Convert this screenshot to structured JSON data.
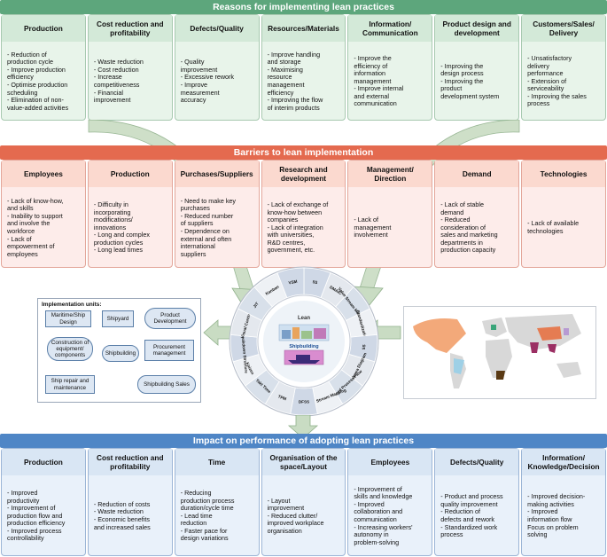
{
  "reasons": {
    "title": "Reasons for implementing lean practices",
    "columns": [
      {
        "head": "Production",
        "body": "- Reduction of\n  production cycle\n- Improve production\n  efficiency\n- Optimise production\n  scheduling\n- Elimination of non-\n  value-added activities"
      },
      {
        "head": "Cost reduction and\nprofitability",
        "body": "- Waste reduction\n- Cost reduction\n- Increase\n  competitiveness\n- Financial\n  improvement"
      },
      {
        "head": "Defects/Quality",
        "body": "- Quality\n  improvement\n- Excessive rework\n- Improve\n  measurement\n  accuracy"
      },
      {
        "head": "Resources/Materials",
        "body": "- Improve handling\n  and storage\n- Maximising\n  resource\n  management\n  efficiency\n- Improving the flow\n  of interim products"
      },
      {
        "head": "Information/\nCommunication",
        "body": "- Improve the\n  efficiency of\n  information\n  management\n- Improve internal\n  and external\n  communication"
      },
      {
        "head": "Product design and\ndevelopment",
        "body": "- Improving the\n  design process\n- Improving the\n  product\n  development system"
      },
      {
        "head": "Customers/Sales/\nDelivery",
        "body": "- Unsatisfactory\n  delivery\n  performance\n- Extension of\n  serviceability\n- Improving the sales\n  process"
      }
    ]
  },
  "barriers": {
    "title": "Barriers to lean implementation",
    "columns": [
      {
        "head": "Employees",
        "body": "- Lack of know-how,\n  and skills\n- Inability to support\n  and involve the\n  workforce\n- Lack of\n  empowerment of\n  employees"
      },
      {
        "head": "Production",
        "body": "- Difficulty in\n  incorporating\n  modifications/\n  innovations\n- Long and complex\n  production cycles\n- Long lead times"
      },
      {
        "head": "Purchases/Suppliers",
        "body": "- Need to make key\n  purchases\n- Reduced number\n  of suppliers\n- Dependence on\n  external and often\n  international\n  suppliers"
      },
      {
        "head": "Research and\ndevelopment",
        "body": "- Lack of exchange of\n  know-how between\n  companies\n- Lack of integration\n  with universities,\n  R&D centres,\n  government, etc."
      },
      {
        "head": "Management/\nDirection",
        "body": "- Lack of\n  management\n  involvement"
      },
      {
        "head": "Demand",
        "body": "- Lack of stable\n  demand\n- Reduced\n  consideration of\n  sales and marketing\n  departments in\n  production capacity"
      },
      {
        "head": "Technologies",
        "body": "- Lack of available\n  technologies"
      }
    ]
  },
  "impact": {
    "title": "Impact on performance of adopting lean practices",
    "columns": [
      {
        "head": "Production",
        "body": "- Improved\n  productivity\n- Improvement of\n  production flow and\n  production efficiency\n- Improved process\n  controllability"
      },
      {
        "head": "Cost reduction and\nprofitability",
        "body": "- Reduction of costs\n- Waste reduction\n- Economic benefits\n  and increased sales"
      },
      {
        "head": "Time",
        "body": "- Reducing\n  production process\n  duration/cycle time\n- Lead time\n  reduction\n- Faster pace for\n  design variations"
      },
      {
        "head": "Organisation of the\nspace/Layout",
        "body": "- Layout\n  improvement\n- Reduced clutter/\n  improved workplace\n  organisation"
      },
      {
        "head": "Employees",
        "body": "- Improvement of\n  skills and knowledge\n- Improved\n  collaboration and\n  communication\n- Increasing workers'\n  autonomy in\n  problem-solving"
      },
      {
        "head": "Defects/Quality",
        "body": "- Product and process\n  quality improvement\n- Reduction of\n  defects and rework\n- Standardized work\n  process"
      },
      {
        "head": "Information/\nKnowledge/Decision",
        "body": "- Improved decision-\n  making activities\n- Improved\n  information flow\n  Focus on problem\n  solving"
      }
    ]
  },
  "units": {
    "title": "Implementation units:",
    "items": [
      "Maritime/Ship\nDesign",
      "Shipyard",
      "Product\nDevelopment",
      "Construction of\nequipment/\ncomponents",
      "Shipbuilding",
      "Procurement\nmanagement",
      "Ship repair and\nmaintenance",
      "Shipbuilding Sales"
    ]
  },
  "wheel": {
    "center_top": "Lean",
    "center_bottom": "Shipbuilding",
    "tools": [
      "5S",
      "DMAIC",
      "Value Stream Mapping",
      "Standardization",
      "5S",
      "Ishikawa Diagram",
      "Balanced Process Flow",
      "Value Stream Mapping",
      "DFSS",
      "TPM",
      "Takt Time",
      "Kaizen",
      "Work Breakdown Structure",
      "Visual Control",
      "JIT",
      "Kanban",
      "VSM"
    ]
  },
  "colors": {
    "reasons": "#6fb58d",
    "barriers": "#e56a51",
    "impact": "#4f86c6",
    "arrow": "#b9d3b8"
  }
}
